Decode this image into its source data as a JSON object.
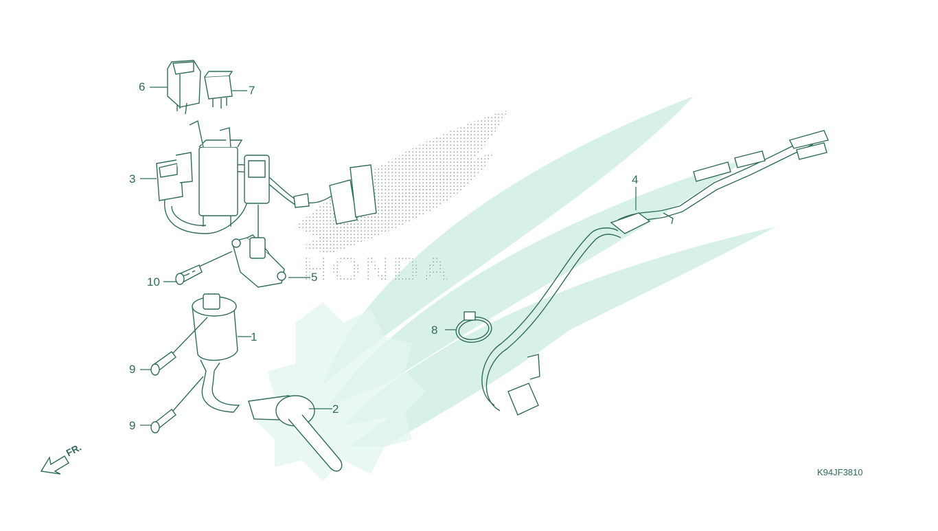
{
  "diagram": {
    "watermark_text": "HONDA",
    "diagram_code": "K94JF3810",
    "front_indicator": "FR.",
    "colors": {
      "line": "#2f6b58",
      "watermark": "#cfeee3",
      "dots": "#9aa6a2"
    },
    "parts": [
      {
        "ref": "1"
      },
      {
        "ref": "2"
      },
      {
        "ref": "3"
      },
      {
        "ref": "4"
      },
      {
        "ref": "5"
      },
      {
        "ref": "6"
      },
      {
        "ref": "7"
      },
      {
        "ref": "8"
      },
      {
        "ref": "9"
      },
      {
        "ref": "9"
      },
      {
        "ref": "10"
      }
    ]
  }
}
